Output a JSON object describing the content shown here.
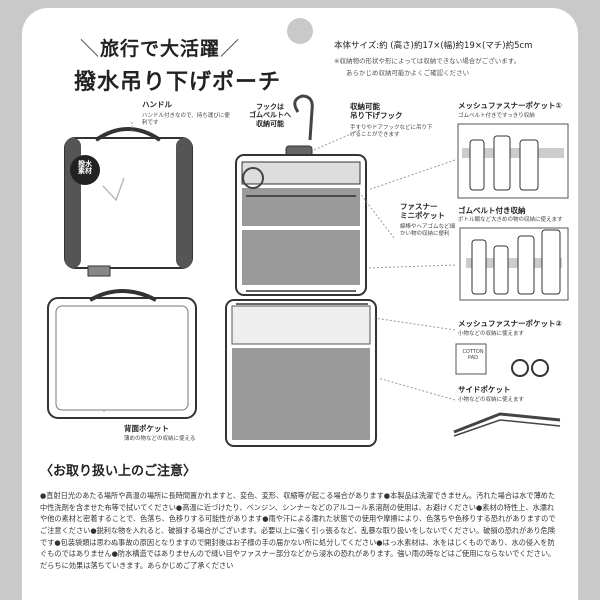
{
  "header": {
    "title_line1": "旅行で大活躍",
    "title_line2": "撥水吊り下げポーチ",
    "spec_line1": "本体サイズ:約 (高さ)約17×(幅)約19×(マチ)約5cm",
    "spec_line2": "※収納物の形状や形によっては収納できない場合がございます。",
    "spec_line3": "あらかじめ収納可能かよくご確認ください"
  },
  "labels": {
    "handle_title": "ハンドル",
    "handle_desc": "ハンドル付きなので、持ち運びに便利です",
    "waterproof_badge": "撥水\n素材",
    "hook_callout": "フックは\nゴムベルトへ\n収納可能",
    "hook_title": "収納可能\n吊り下げフック",
    "hook_desc": "手すりやドアフックなどに吊り下げることができます",
    "mini_pocket_title": "ファスナー\nミニポケット",
    "mini_pocket_desc": "綿棒やヘアゴムなど細かい物の収納に便利",
    "back_pocket_title": "背面ポケット",
    "back_pocket_desc": "薄めの物などの収納に使える",
    "mesh1_title": "メッシュファスナーポケット①",
    "mesh1_desc": "ゴムベルト付きですっきり収納",
    "band_title": "ゴムベルト付き収納",
    "band_desc": "ボトル類など大きめの物の収納に使えます",
    "mesh2_title": "メッシュファスナーポケット②",
    "mesh2_desc": "小物などの収納に使えます",
    "side_title": "サイドポケット",
    "side_desc": "小物などの収納に使えます",
    "cotton_pad": "COTTON\nPAD"
  },
  "care": {
    "title": "〈お取り扱い上のご注意〉",
    "body": "●直射日光のあたる場所や高温の場所に長時間置かれますと、変色、変形、収縮等が起こる場合があります●本製品は洗濯できません。汚れた場合は水で薄めた中性洗剤を含ませた布等で拭いてください●高温に近づけたり、ベンジン、シンナーなどのアルコール系溶剤の使用は、お避けください●素材の特性上、水濡れや他の素材と密着することで、色落ち、色移りする可能性があります●雨や汗による濡れた状態での使用や摩擦により、色落ちや色移りする恐れがありますのでご注意ください●鋭利な物を入れると、破損する場合がございます。必要以上に強く引っ張るなど、乱暴な取り扱いをしないでください。破損の恐れがあり危険です●包装袋類は思わぬ事故の原因となりますので開封後はお子様の手の届かない所に処分してください●はっ水素材は、水をはじくものであり、水の侵入を防ぐものではありません●防水構造ではありませんので縫い目やファスナー部分などから浸水の恐れがあります。強い雨の時などはご使用にならないでください。だらちに効果は落ちていきます。あらかじめご了承ください"
  },
  "colors": {
    "fabric": "#8a8a8a",
    "outline": "#444444",
    "background": "#c9c9c9",
    "card": "#ffffff"
  }
}
